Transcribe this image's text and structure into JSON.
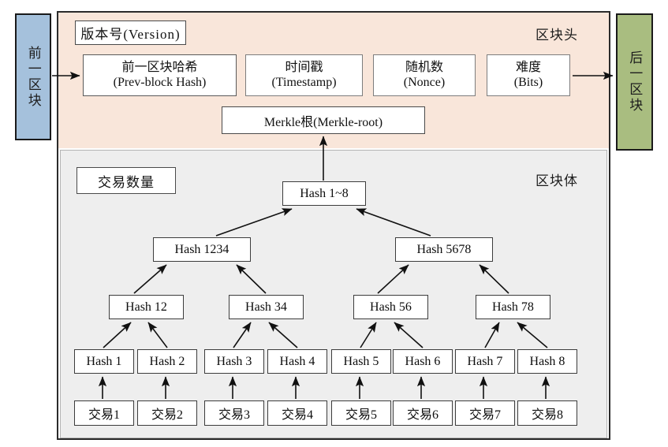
{
  "diagram": {
    "title_implicit": "Block structure / Merkle tree",
    "colors": {
      "prev_block_fill": "#a5c1dc",
      "next_block_fill": "#a9bd80",
      "header_fill": "#f9e6da",
      "body_fill": "#eeeeee",
      "frame_stroke": "#2b2b2b",
      "box_stroke": "#3c3c3c",
      "arrow_stroke": "#111111"
    }
  },
  "neighbors": {
    "prev": {
      "label": "前一区块"
    },
    "next": {
      "label": "后一区块"
    }
  },
  "header": {
    "region_label": "区块头",
    "version": {
      "label": "版本号(Version)"
    },
    "fields": [
      {
        "cn": "前一区块哈希",
        "en": "(Prev-block Hash)"
      },
      {
        "cn": "时间戳",
        "en": "(Timestamp)"
      },
      {
        "cn": "随机数",
        "en": "(Nonce)"
      },
      {
        "cn": "难度",
        "en": "(Bits)"
      }
    ],
    "merkle_root": {
      "label": "Merkle根(Merkle-root)"
    }
  },
  "body": {
    "region_label": "区块体",
    "tx_count": {
      "label": "交易数量"
    },
    "merkle_tree": {
      "root": "Hash 1~8",
      "level2": [
        "Hash 1234",
        "Hash 5678"
      ],
      "level3": [
        "Hash 12",
        "Hash 34",
        "Hash 56",
        "Hash 78"
      ],
      "leaves": [
        "Hash 1",
        "Hash 2",
        "Hash 3",
        "Hash 4",
        "Hash 5",
        "Hash 6",
        "Hash 7",
        "Hash 8"
      ]
    },
    "transactions": [
      "交易1",
      "交易2",
      "交易3",
      "交易4",
      "交易5",
      "交易6",
      "交易7",
      "交易8"
    ]
  }
}
